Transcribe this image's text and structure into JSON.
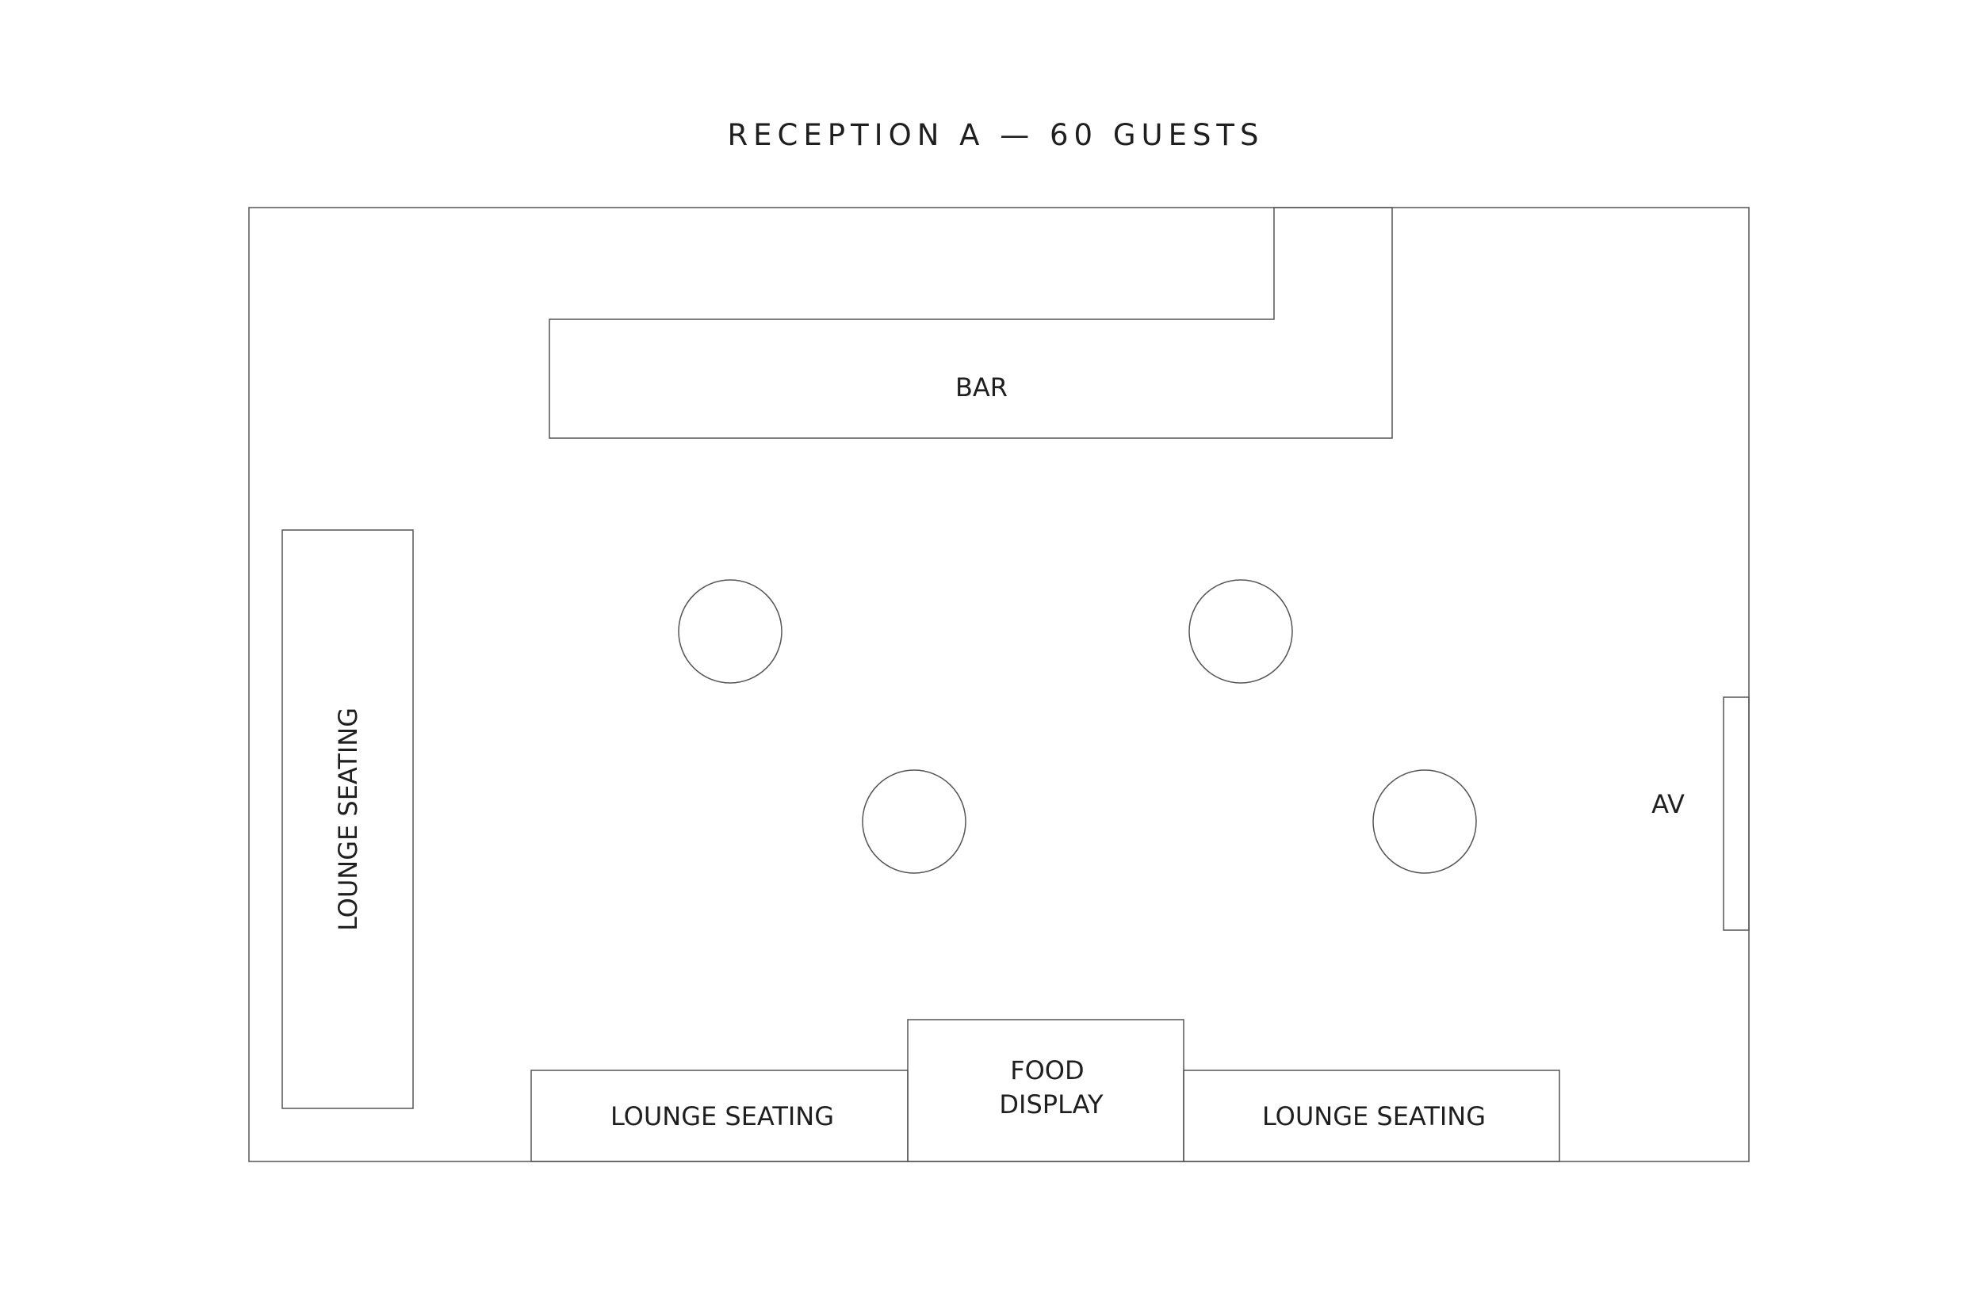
{
  "title": "RECEPTION A — 60 GUESTS",
  "zones": {
    "bar": "BAR",
    "lounge_left": "LOUNGE SEATING",
    "lounge_bottom_left": "LOUNGE SEATING",
    "lounge_bottom_right": "LOUNGE SEATING",
    "food_display_line1": "FOOD",
    "food_display_line2": "DISPLAY",
    "av": "AV"
  },
  "cocktail_tables": 4
}
